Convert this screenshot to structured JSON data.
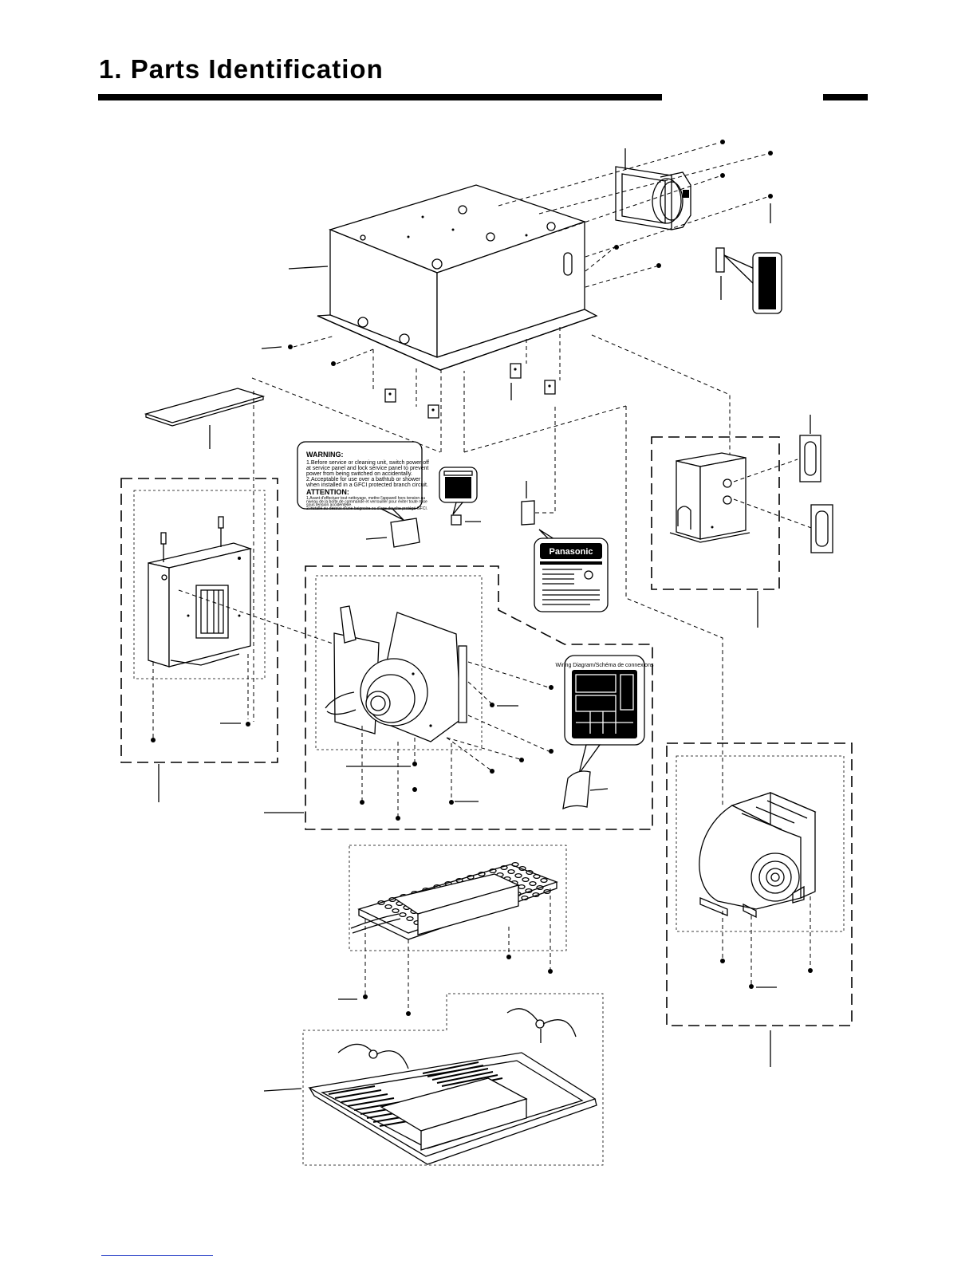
{
  "page": {
    "title": "1. Parts Identification"
  },
  "labels": {
    "warning": {
      "heading": "WARNING:",
      "lines": [
        "1.Before service or cleaning unit, switch power off",
        "at service panel and lock service panel to prevent",
        "power from being switched on accidentally.",
        "2.Acceptable for use over a bathtub or shower",
        "when installed in a GFCI protected branch circuit."
      ],
      "attention_heading": "ATTENTION:",
      "attention_lines": [
        "1.Avant d'effectuer tout nettoyage, mettre l'appareil hors tension au",
        "niveau de la boîte de commande et verrouiller pour éviter toute mise",
        "sous tension accidentelle.",
        "2.Installé au-dessus d'une baignoire ou d'une douche protégé GFCI."
      ]
    },
    "ratings": {
      "brand": "Panasonic"
    },
    "wiring": {
      "heading": "Wiring Diagram/Schéma de connexions"
    }
  },
  "icons": {
    "screw": "screw-icon",
    "bracket": "hanger-bracket-icon",
    "spring": "torsion-spring-icon"
  },
  "colors": {
    "ink": "#000000",
    "footer_link": "#2b43c8"
  }
}
